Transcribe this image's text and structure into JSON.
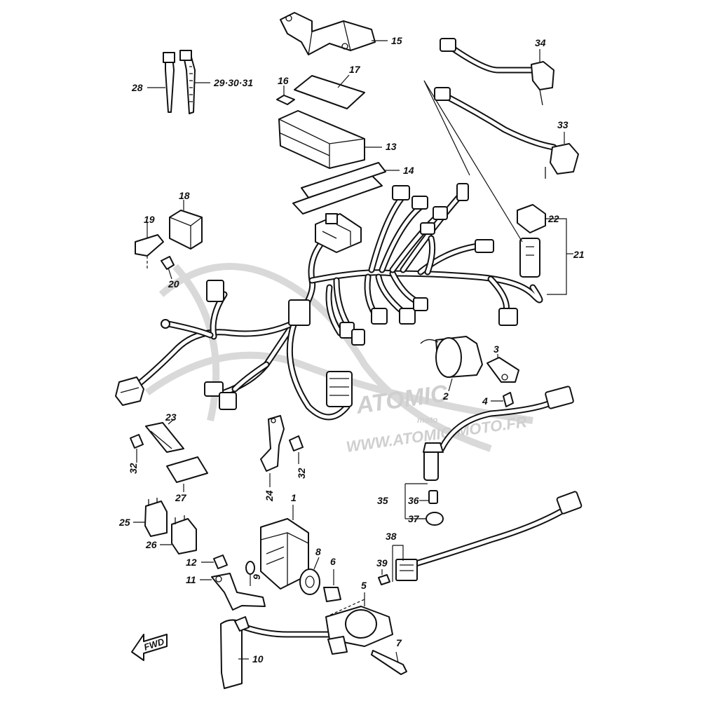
{
  "labels": {
    "p1": "1",
    "p2": "2",
    "p3": "3",
    "p4": "4",
    "p5": "5",
    "p6": "6",
    "p7": "7",
    "p8": "8",
    "p9": "9",
    "p10": "10",
    "p11": "11",
    "p12": "12",
    "p13": "13",
    "p14": "14",
    "p15": "15",
    "p16": "16",
    "p17": "17",
    "p18": "18",
    "p19": "19",
    "p20": "20",
    "p21": "21",
    "p22": "22",
    "p23": "23",
    "p24": "24",
    "p25": "25",
    "p26": "26",
    "p27": "27",
    "p28": "28",
    "p29_30_31": "29·30·31",
    "p32a": "32",
    "p32b": "32",
    "p33": "33",
    "p34": "34",
    "p35": "35",
    "p36": "36",
    "p37": "37",
    "p38": "38",
    "p39": "39"
  },
  "fwd": "FWD",
  "watermark": {
    "brand": "ATOMIC",
    "sub": "moto",
    "url": "WWW.ATOMIC-MOTO.FR"
  },
  "colors": {
    "ink": "#111111",
    "watermark": "#d0d0d0"
  }
}
